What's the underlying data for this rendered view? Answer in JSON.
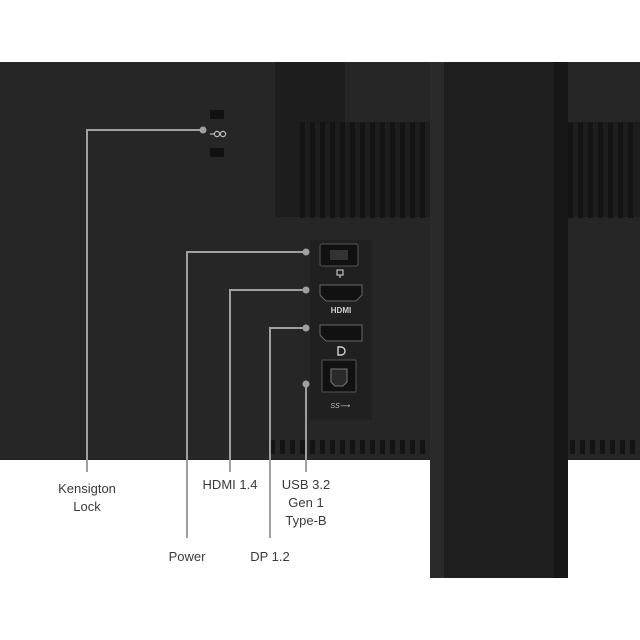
{
  "ports": [
    {
      "id": "kensington",
      "lines": [
        "Kensigton",
        "Lock"
      ]
    },
    {
      "id": "power",
      "lines": [
        "Power"
      ]
    },
    {
      "id": "hdmi",
      "lines": [
        "HDMI 1.4"
      ]
    },
    {
      "id": "dp",
      "lines": [
        "DP 1.2"
      ]
    },
    {
      "id": "usb",
      "lines": [
        "USB 3.2",
        "Gen 1",
        "Type-B"
      ]
    }
  ],
  "port_icons": {
    "hdmi_text": "HDMI",
    "usb_text": "SS⟶"
  },
  "colors": {
    "panel": "#252525",
    "panel_dark": "#1c1c1c",
    "stand": "#1f1f1f",
    "line": "#9a9a9a",
    "label": "#3a3a3a"
  }
}
